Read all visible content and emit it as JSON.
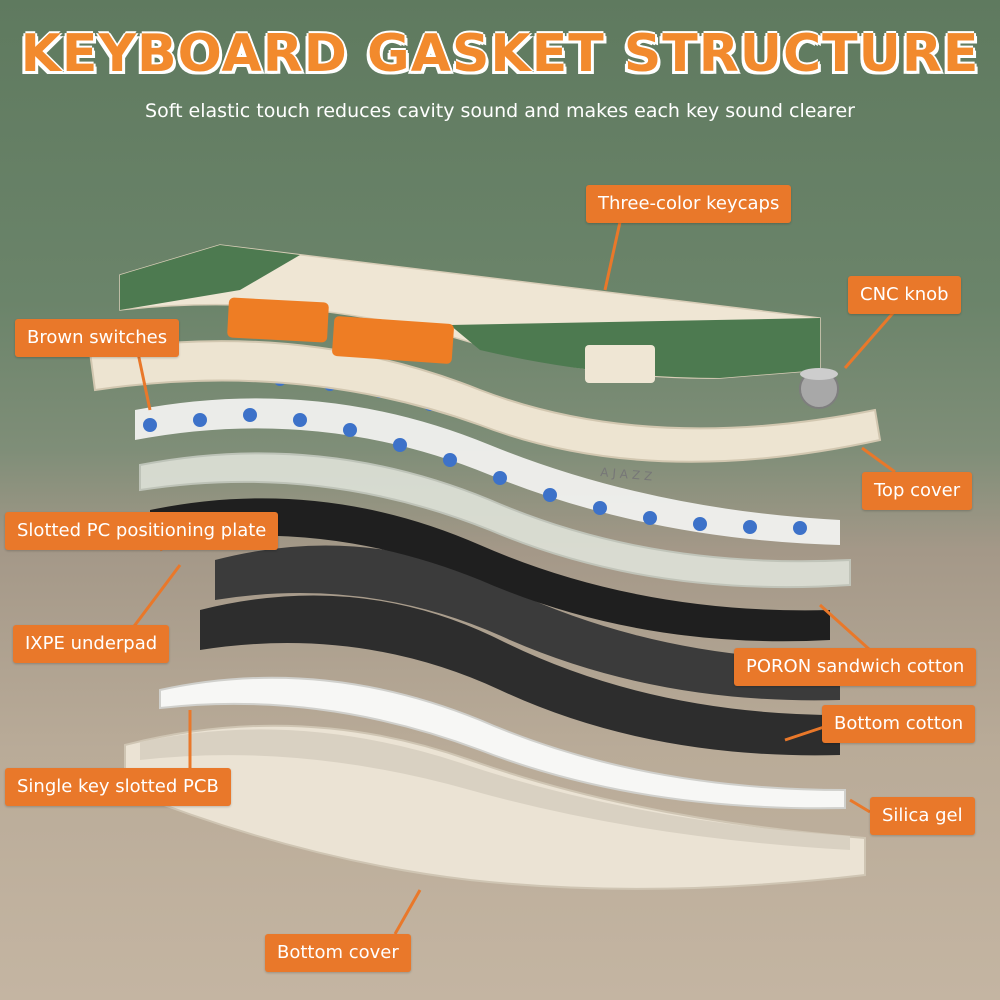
{
  "header": {
    "title": "KEYBOARD GASKET STRUCTURE",
    "subtitle": "Soft elastic touch reduces cavity sound and makes each key sound clearer"
  },
  "brand": {
    "logo_text": "AJAZZ"
  },
  "callouts": {
    "three_color_keycaps": "Three-color keycaps",
    "cnc_knob": "CNC knob",
    "brown_switches": "Brown switches",
    "top_cover": "Top cover",
    "slotted_pc_plate": "Slotted PC positioning plate",
    "ixpe_underpad": "IXPE  underpad",
    "poron_cotton": "PORON sandwich cotton",
    "bottom_cotton": "Bottom cotton",
    "single_key_pcb": "Single key slotted PCB",
    "silica_gel": "Silica gel",
    "bottom_cover": "Bottom cover"
  },
  "colors": {
    "accent": "#e9782a",
    "title": "#f28a2d",
    "keycap_cream": "#efe6d4",
    "keycap_green": "#4d7a50",
    "keycap_orange": "#ee7d24",
    "switch_blue": "#3d72c9"
  }
}
